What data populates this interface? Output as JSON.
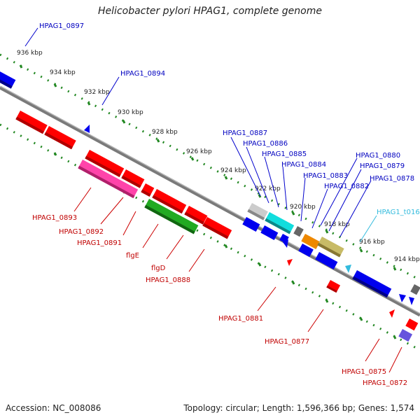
{
  "title": "Helicobacter pylori HPAG1, complete genome",
  "footer": {
    "accession": "Accession: NC_008086",
    "topology": "Topology: circular; Length: 1,596,366 bp; Genes: 1,574"
  },
  "colors": {
    "backbone": "#808080",
    "plus_strand_label": "#0000c0",
    "minus_strand_label": "#c00000",
    "rna_label": "#33bbdd",
    "scale_dots": "#228822"
  },
  "scale_labels": [
    "936 kbp",
    "934 kbp",
    "932 kbp",
    "930 kbp",
    "928 kbp",
    "926 kbp",
    "924 kbp",
    "922 kbp",
    "920 kbp",
    "918 kbp",
    "916 kbp",
    "914 kbp"
  ],
  "gene_labels_plus": [
    "HPAG1_0897",
    "HPAG1_0894",
    "HPAG1_0887",
    "HPAG1_0886",
    "HPAG1_0885",
    "HPAG1_0884",
    "HPAG1_0883",
    "HPAG1_0882",
    "HPAG1_0880",
    "HPAG1_0879",
    "HPAG1_0878"
  ],
  "gene_labels_rna": [
    "HPAG1_t016"
  ],
  "gene_labels_minus": [
    "HPAG1_0893",
    "HPAG1_0892",
    "HPAG1_0891",
    "flgE",
    "flgD",
    "HPAG1_0888",
    "HPAG1_0881",
    "HPAG1_0877",
    "HPAG1_0875",
    "HPAG1_0872"
  ]
}
